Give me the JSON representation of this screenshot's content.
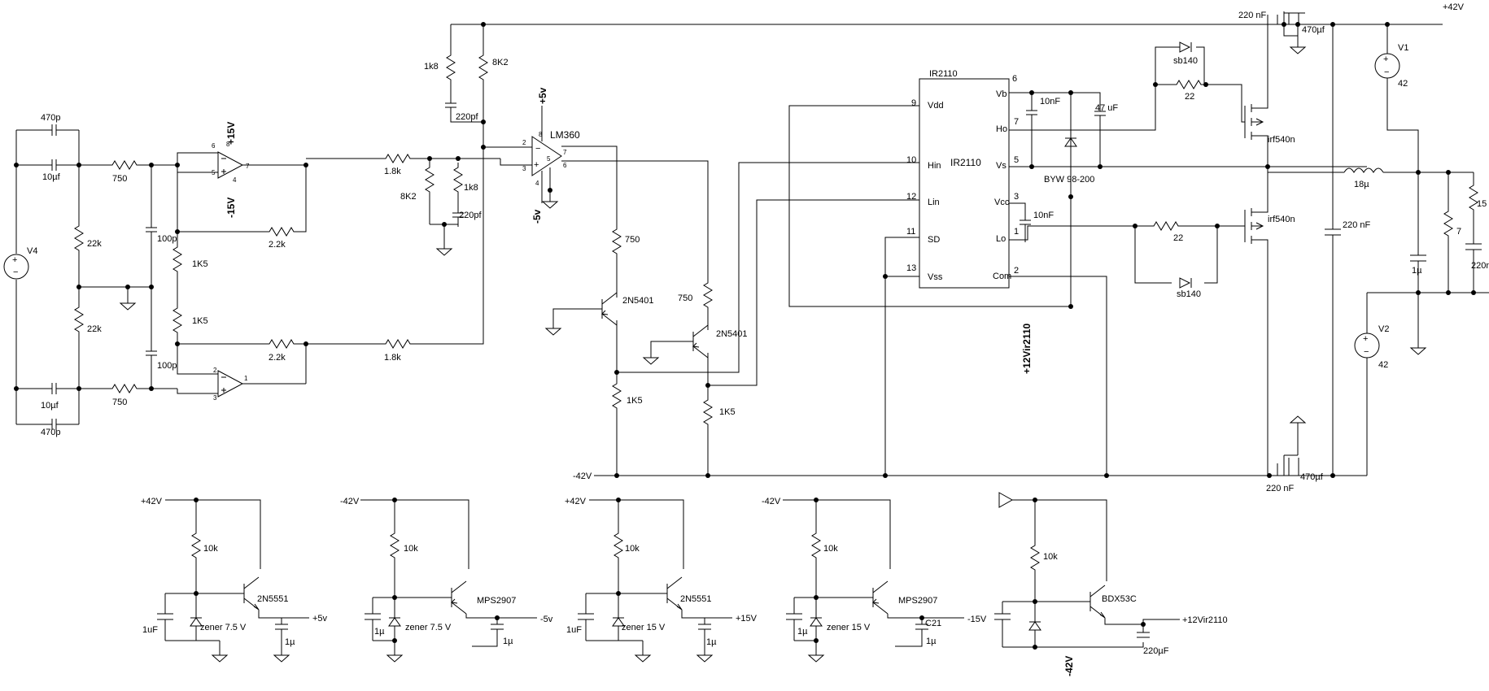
{
  "labels": {
    "v4": "V4",
    "v1": "V1",
    "v2": "V2",
    "v1_value": "42",
    "v2_value": "42",
    "c470p_top": "470p",
    "c10uf_top": "10µf",
    "c10uf_bot": "10µf",
    "c470p_bot": "470p",
    "r750_a": "750",
    "r750_b": "750",
    "r22k_a": "22k",
    "r22k_b": "22k",
    "c100p_a": "100p",
    "c100p_b": "100p",
    "plus15v": "+15V",
    "minus15v": "-15V",
    "r1k5_a": "1K5",
    "r1k5_b": "1K5",
    "r2k2_a": "2.2k",
    "r2k2_b": "2.2k",
    "r1k8_a": "1.8k",
    "r1k8_b": "1.8k",
    "r8k2_a": "8K2",
    "r1k8_c": "1k8",
    "c220pf_a": "220pf",
    "r1k8_top": "1k8",
    "r8k2_top": "8K2",
    "c220pf_top": "220pf",
    "lm360": "LM360",
    "plus5v": "+5v",
    "minus5v": "-5v",
    "r750_c": "750",
    "r750_d": "750",
    "q2n5401_a": "2N5401",
    "q2n5401_b": "2N5401",
    "r1k5_c": "1K5",
    "r1k5_d": "1K5",
    "minus42v_bus": "-42V",
    "ir2110_top": "IR2110",
    "ir2110_center": "IR2110",
    "pin_vdd": "Vdd",
    "pin_hin": "Hin",
    "pin_lin": "Lin",
    "pin_sd": "SD",
    "pin_vss": "Vss",
    "pin_vb": "Vb",
    "pin_ho": "Ho",
    "pin_vs": "Vs",
    "pin_vcc": "Vcc",
    "pin_lo": "Lo",
    "pin_com": "Com",
    "n9": "9",
    "n10": "10",
    "n12": "12",
    "n11": "11",
    "n13": "13",
    "n6": "6",
    "n7": "7",
    "n5": "5",
    "n3": "3",
    "n1": "1",
    "n2": "2",
    "c10nf_a": "10nF",
    "c10nf_b": "10nF",
    "c47uf": "47 uF",
    "byw": "BYW 98-200",
    "plus12vir": "+12Vir2110",
    "sb140_a": "sb140",
    "sb140_b": "sb140",
    "r22_a": "22",
    "r22_b": "22",
    "irf540n_a": "irf540n",
    "irf540n_b": "irf540n",
    "c220nf_top": "220 nF",
    "c470uf_top": "470µf",
    "plus42v": "+42V",
    "l18u": "18µ",
    "c220nf_mid": "220 nF",
    "c1u": "1µ",
    "r7": "7",
    "r15": "15",
    "c220n": "220n",
    "c470uf_bot": "470µf",
    "c220nf_bot": "220 nF",
    "reg1_in": "+42V",
    "reg1_r": "10k",
    "reg1_q": "2N5551",
    "reg1_c": "1uF",
    "reg1_z": "zener 7.5  V",
    "reg1_co": "1µ",
    "reg1_out": "+5v",
    "reg2_in": "-42V",
    "reg2_r": "10k",
    "reg2_q": "MPS2907",
    "reg2_c": "1µ",
    "reg2_z": "zener 7.5  V",
    "reg2_co": "1µ",
    "reg2_out": "-5v",
    "reg3_in": "+42V",
    "reg3_r": "10k",
    "reg3_q": "2N5551",
    "reg3_c": "1uF",
    "reg3_z": "zener 15  V",
    "reg3_co": "1µ",
    "reg3_out": "+15V",
    "reg4_in": "-42V",
    "reg4_r": "10k",
    "reg4_q": "MPS2907",
    "reg4_c": "1µ",
    "reg4_z": "zener 15  V",
    "reg4_cl": "C21",
    "reg4_co": "1µ",
    "reg4_out": "-15V",
    "reg5_r": "10k",
    "reg5_q": "BDX53C",
    "reg5_out": "+12Vir2110",
    "reg5_co": "220µF",
    "reg5_in": "-42V"
  }
}
